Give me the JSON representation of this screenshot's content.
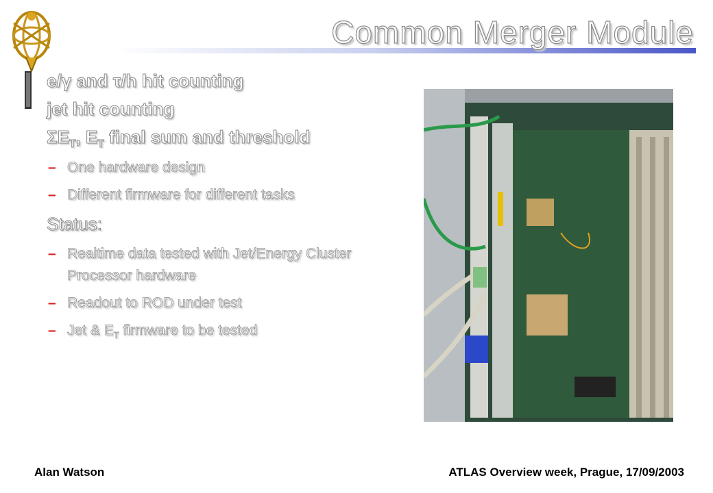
{
  "slide": {
    "title": "Common Merger Module",
    "bullets": [
      {
        "text": "e/γ and τ/h hit counting"
      },
      {
        "text": "jet hit counting"
      },
      {
        "text_a": "ΣE",
        "sub_a": "T",
        "text_b": ", E",
        "sub_b": "T",
        "text_c": " final sum and threshold"
      }
    ],
    "subitems_1": [
      "One hardware design",
      "Different firmware for different tasks"
    ],
    "status_label": "Status:",
    "subitems_2": [
      "Realtime data tested with Jet/Energy Cluster Processor hardware",
      "Readout to ROD under test"
    ],
    "subitem_jet": {
      "text_a": "Jet & E",
      "sub": "T",
      "text_b": " firmware to be tested"
    },
    "dash_char": "–",
    "colors": {
      "title_bar_end": "#4a56c8",
      "dash": "#d82020"
    }
  },
  "footer": {
    "left": "Alan Watson",
    "right": "ATLAS Overview week, Prague, 17/09/2003"
  },
  "icons": [
    "atlas-logo-icon",
    "hardware-photo"
  ]
}
